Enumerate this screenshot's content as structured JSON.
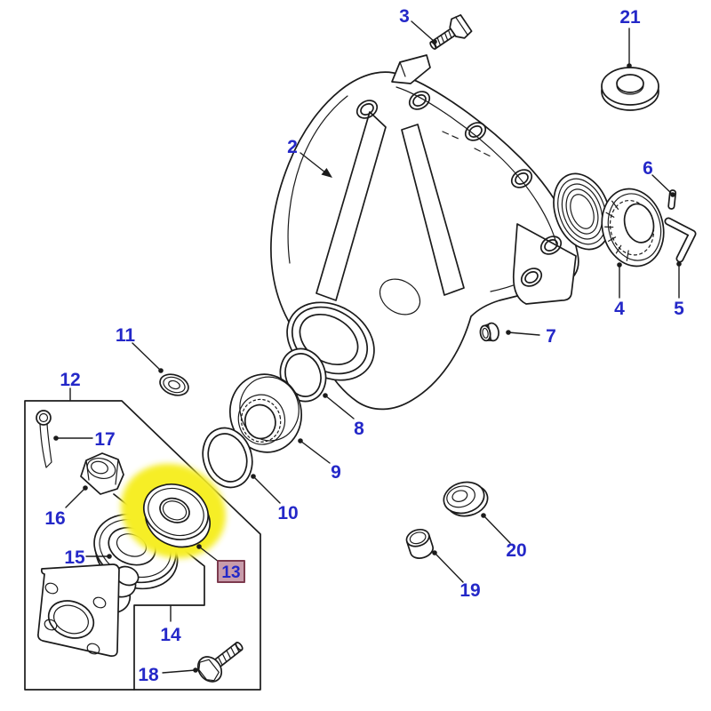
{
  "diagram": {
    "kind": "exploded-parts-diagram",
    "background": "#ffffff",
    "selected_callout": "13"
  },
  "colors": {
    "line_art": "#1b1b1b",
    "callout_text": "#2428c8",
    "highlight_yellow": "#f6ee27",
    "selected_box_fill": "#c89cab",
    "selected_box_border": "#7d3b4e"
  },
  "callouts": [
    {
      "id": "2",
      "text": "2"
    },
    {
      "id": "3",
      "text": "3"
    },
    {
      "id": "4",
      "text": "4"
    },
    {
      "id": "5",
      "text": "5"
    },
    {
      "id": "6",
      "text": "6"
    },
    {
      "id": "7",
      "text": "7"
    },
    {
      "id": "8",
      "text": "8"
    },
    {
      "id": "9",
      "text": "9"
    },
    {
      "id": "10",
      "text": "10"
    },
    {
      "id": "11",
      "text": "11"
    },
    {
      "id": "12",
      "text": "12"
    },
    {
      "id": "13",
      "text": "13",
      "selected": true
    },
    {
      "id": "14",
      "text": "14"
    },
    {
      "id": "15",
      "text": "15"
    },
    {
      "id": "16",
      "text": "16"
    },
    {
      "id": "17",
      "text": "17"
    },
    {
      "id": "18",
      "text": "18"
    },
    {
      "id": "19",
      "text": "19"
    },
    {
      "id": "20",
      "text": "20"
    },
    {
      "id": "21",
      "text": "21"
    }
  ]
}
